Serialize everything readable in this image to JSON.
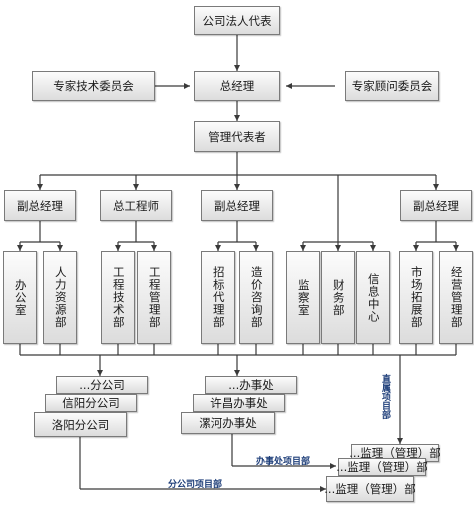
{
  "top": {
    "legal_rep": "公司法人代表",
    "gm": "总经理",
    "tech_committee": "专家技术委员会",
    "advisor_committee": "专家顾问委员会",
    "mgmt_rep": "管理代表者"
  },
  "level2": {
    "vgm_left": "副总经理",
    "chief_engineer": "总工程师",
    "vgm_mid": "副总经理",
    "vgm_right": "副总经理"
  },
  "departments": {
    "office": "办公室",
    "hr": "人力资源部",
    "tech": "工程技术部",
    "eng_mgmt": "工程管理部",
    "bidding": "招标代理部",
    "cost": "造价咨询部",
    "supervision": "监察室",
    "finance": "财务部",
    "info": "信息中心",
    "market": "市场拓展部",
    "operations": "经营管理部"
  },
  "branches": {
    "items": [
      "...分公司",
      "信阳分公司",
      "洛阳分公司"
    ]
  },
  "offices": {
    "items": [
      "...办事处",
      "许昌办事处",
      "漯河办事处"
    ]
  },
  "projects": {
    "items": [
      "...监理（管理）部",
      "...监理（管理）部",
      "...监理（管理）部"
    ]
  },
  "labels": {
    "direct": "直属项目部",
    "office_projects": "办事处项目部",
    "branch_projects": "分公司项目部"
  },
  "colors": {
    "line": "#3a3a3a",
    "label": "#1f3f7a"
  }
}
